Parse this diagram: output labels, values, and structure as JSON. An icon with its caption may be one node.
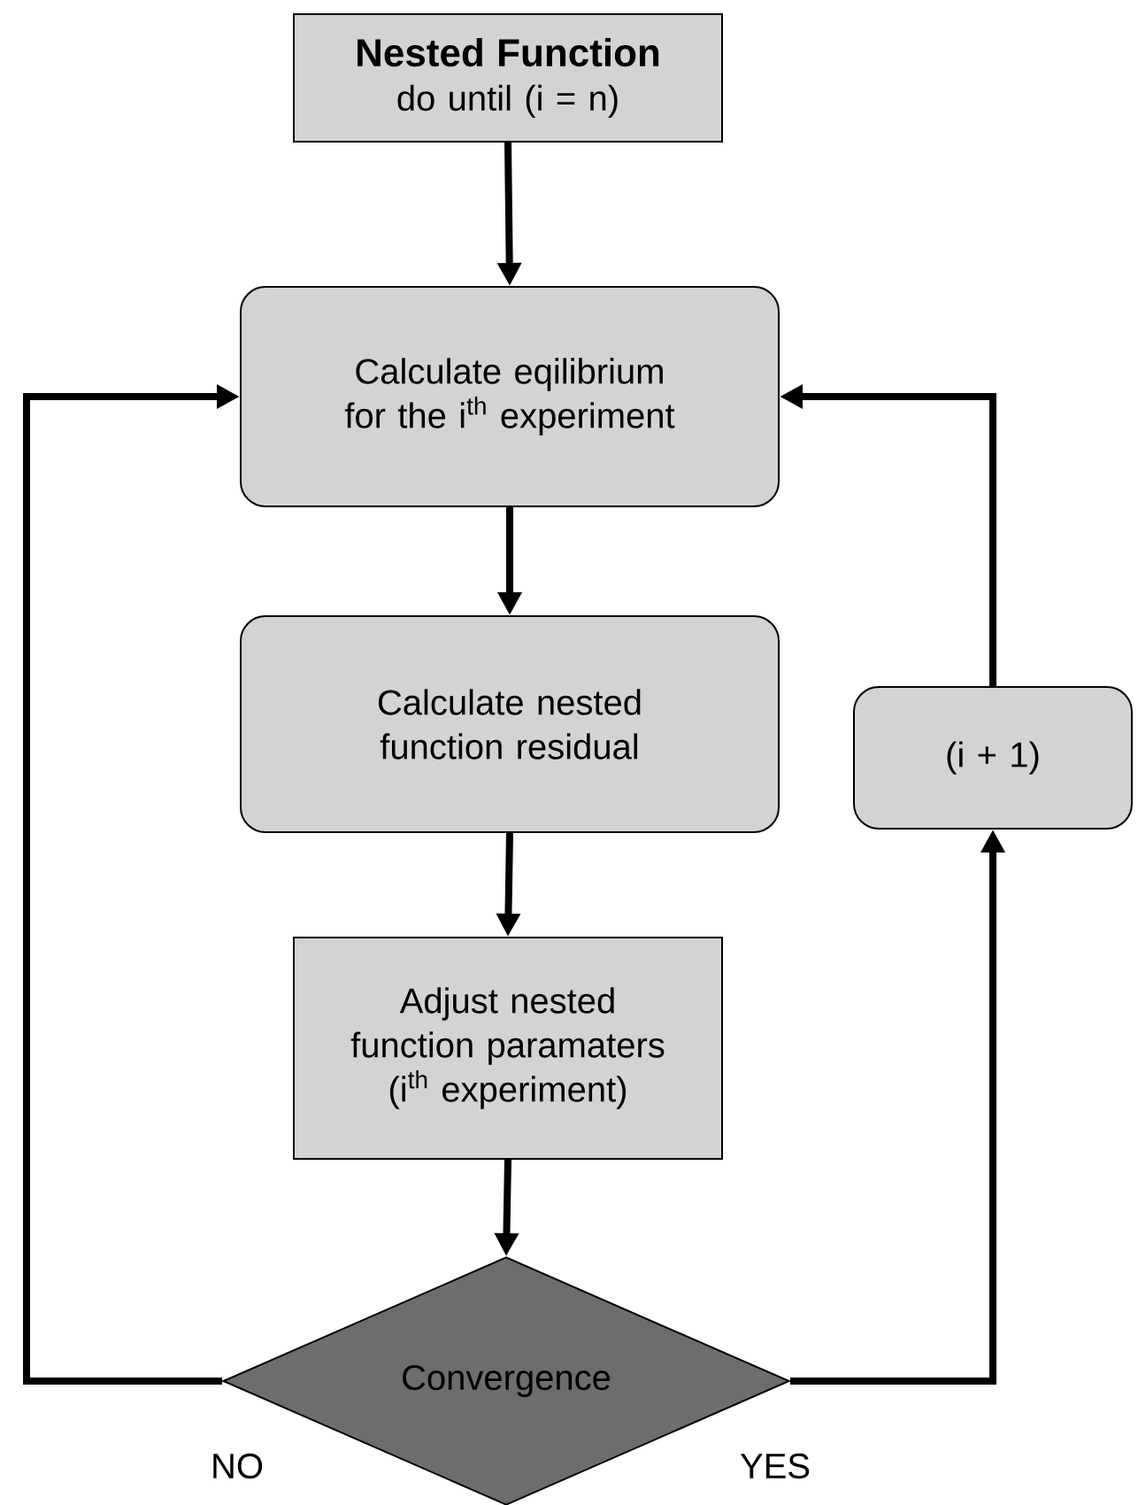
{
  "diagram": {
    "nodes": [
      {
        "text": [
          "Nested Function",
          "do until (i = n)"
        ]
      },
      {
        "text": [
          "Calculate eqilibrium for the i$^{th}$ experiment"
        ]
      },
      {
        "text": [
          "Calculate nested function residual"
        ]
      },
      {
        "text": [
          "Adjust nested function paramaters (i$^{th}$ experiment)"
        ]
      },
      {
        "text": [
          "Convergence"
        ]
      },
      {
        "text": [
          "(i + 1)"
        ]
      }
    ],
    "edges": [
      {
        "from": 0,
        "to": 1,
        "arrow": "to"
      },
      {
        "from": 1,
        "to": 2,
        "arrow": "to"
      },
      {
        "from": 2,
        "to": 3,
        "arrow": "to"
      },
      {
        "from": 3,
        "to": 4,
        "arrow": "to"
      },
      {
        "from": 4,
        "to": 1,
        "arrow": "to",
        "label": "NO"
      },
      {
        "from": 4,
        "to": 5,
        "arrow": "to",
        "label": "YES"
      },
      {
        "from": 5,
        "to": 1,
        "arrow": "to"
      }
    ]
  }
}
